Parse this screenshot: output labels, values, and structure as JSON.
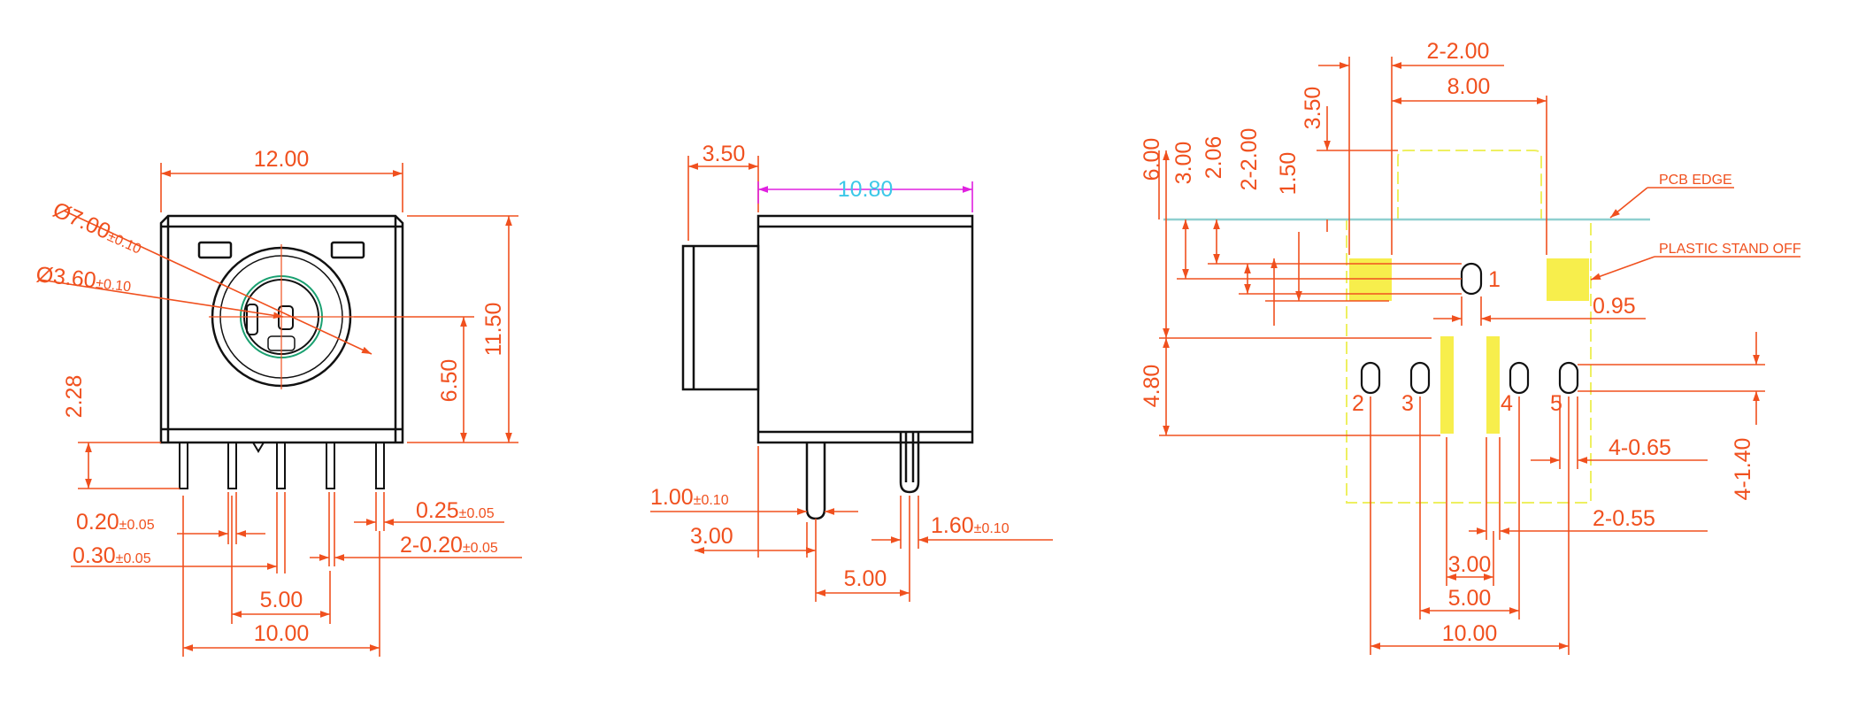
{
  "colors": {
    "body": "#111111",
    "dim": "#f0501e",
    "cyan_dim": "#3cc8e8",
    "magenta_dim": "#e020e0",
    "green": "#1aa070",
    "pad": "#f7ee4c",
    "outline_yellow": "#eef060",
    "pcb_edge": "#8fd0d0"
  },
  "front_view": {
    "width": "12.00",
    "phi_outer": "Ø7.00",
    "phi_outer_tol": "±0.10",
    "phi_inner": "Ø3.60",
    "phi_inner_tol": "±0.10",
    "height": "11.50",
    "center_height": "6.50",
    "pin_length": "2.28",
    "pin_w1": "0.20",
    "pin_w1_tol": "±0.05",
    "pin_w2": "0.25",
    "pin_w2_tol": "±0.05",
    "pin_w3": "0.30",
    "pin_w3_tol": "±0.05",
    "pin_w4": "2-0.20",
    "pin_w4_tol": "±0.05",
    "pitch_a": "5.00",
    "pitch_b": "10.00"
  },
  "side_view": {
    "shaft": "3.50",
    "body_depth": "10.80",
    "pin_w": "1.00",
    "pin_w_tol": "±0.10",
    "pin_offset": "3.00",
    "pin_d": "1.60",
    "pin_d_tol": "±0.10",
    "pin_pitch": "5.00"
  },
  "pcb_view": {
    "top_a": "2-2.00",
    "top_b": "8.00",
    "v_3_50": "3.50",
    "v_6_00": "6.00",
    "v_3_00": "3.00",
    "v_2_06": "2.06",
    "v_2_2_00": "2-2.00",
    "v_1_50": "1.50",
    "v_4_80": "4.80",
    "pcb_edge_label": "PCB EDGE",
    "standoff_label": "PLASTIC STAND OFF",
    "d_0_95": "0.95",
    "d_4_0_65": "4-0.65",
    "d_4_1_40": "4-1.40",
    "d_2_0_55": "2-0.55",
    "d_3_00": "3.00",
    "d_5_00": "5.00",
    "d_10_00": "10.00",
    "pin1": "1",
    "pin2": "2",
    "pin3": "3",
    "pin4": "4",
    "pin5": "5"
  }
}
